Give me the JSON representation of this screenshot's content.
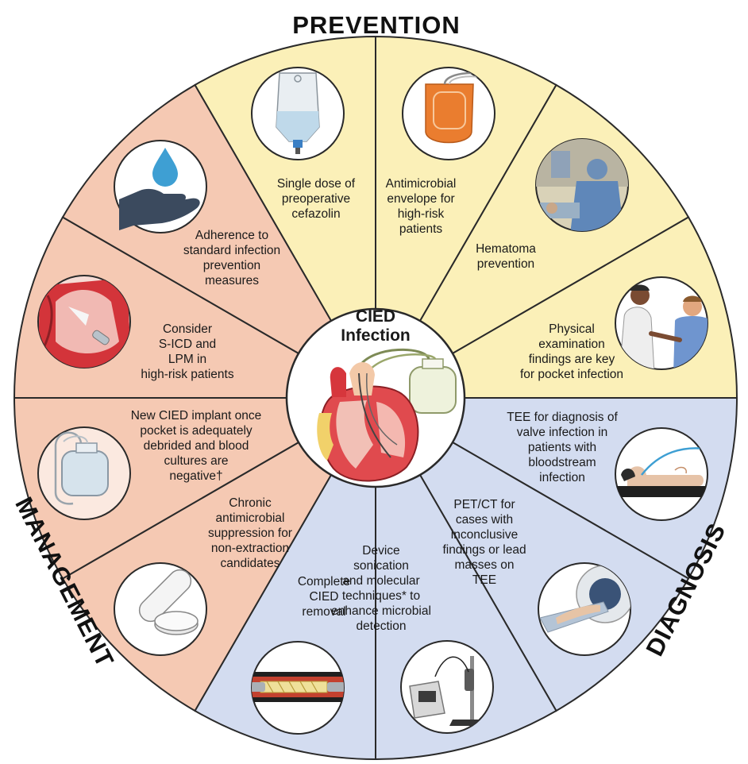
{
  "center": {
    "line1": "CIED",
    "line2": "Infection"
  },
  "sections": {
    "prevention": "PREVENTION",
    "diagnosis": "DIAGNOSIS",
    "management": "MANAGEMENT"
  },
  "colors": {
    "prevention": "#fbf0b8",
    "diagnosis": "#d3dcf0",
    "management": "#f5c9b3",
    "outline": "#2a2a2a"
  },
  "segments": [
    {
      "key": "adherence",
      "group": "prevention",
      "icon": "hand-water-drop-icon",
      "lines": [
        "Adherence to",
        "standard infection",
        "prevention",
        "measures"
      ]
    },
    {
      "key": "cefazolin",
      "group": "prevention",
      "icon": "iv-bag-icon",
      "lines": [
        "Single dose of",
        "preoperative",
        "cefazolin"
      ]
    },
    {
      "key": "envelope",
      "group": "prevention",
      "icon": "antimicrobial-envelope-icon",
      "lines": [
        "Antimicrobial",
        "envelope for",
        "high-risk",
        "patients"
      ]
    },
    {
      "key": "hematoma",
      "group": "prevention",
      "icon": "operating-room-icon",
      "lines": [
        "Hematoma",
        "prevention"
      ]
    },
    {
      "key": "physical-exam",
      "group": "diagnosis",
      "icon": "doctor-patient-icon",
      "lines": [
        "Physical",
        "examination",
        "findings are key",
        "for pocket infection"
      ]
    },
    {
      "key": "tee",
      "group": "diagnosis",
      "icon": "tee-probe-patient-icon",
      "lines": [
        "TEE for diagnosis of",
        "valve infection in",
        "patients with",
        "bloodstream",
        "infection"
      ]
    },
    {
      "key": "pet-ct",
      "group": "diagnosis",
      "icon": "pet-ct-scanner-icon",
      "lines": [
        "PET/CT for",
        "cases with",
        "inconclusive",
        "findings or lead",
        "masses on",
        "TEE"
      ]
    },
    {
      "key": "sonication",
      "group": "diagnosis",
      "icon": "sonicator-icon",
      "lines": [
        "Device",
        "sonication",
        "and molecular",
        "techniques* to",
        "enhance microbial",
        "detection"
      ]
    },
    {
      "key": "removal",
      "group": "management",
      "icon": "lead-extraction-icon",
      "lines": [
        "Complete",
        "CIED",
        "removal"
      ]
    },
    {
      "key": "suppression",
      "group": "management",
      "icon": "pill-tablet-icon",
      "lines": [
        "Chronic",
        "antimicrobial",
        "suppression for",
        "non-extraction",
        "candidates"
      ]
    },
    {
      "key": "new-implant",
      "group": "management",
      "icon": "pacemaker-icon",
      "lines": [
        "New CIED implant once",
        "pocket is adequately",
        "debrided and blood",
        "cultures are",
        "negative†"
      ]
    },
    {
      "key": "sicd",
      "group": "management",
      "icon": "heart-leadless-icon",
      "lines": [
        "Consider",
        "S-ICD and",
        "LPM in",
        "high-risk patients"
      ]
    }
  ]
}
